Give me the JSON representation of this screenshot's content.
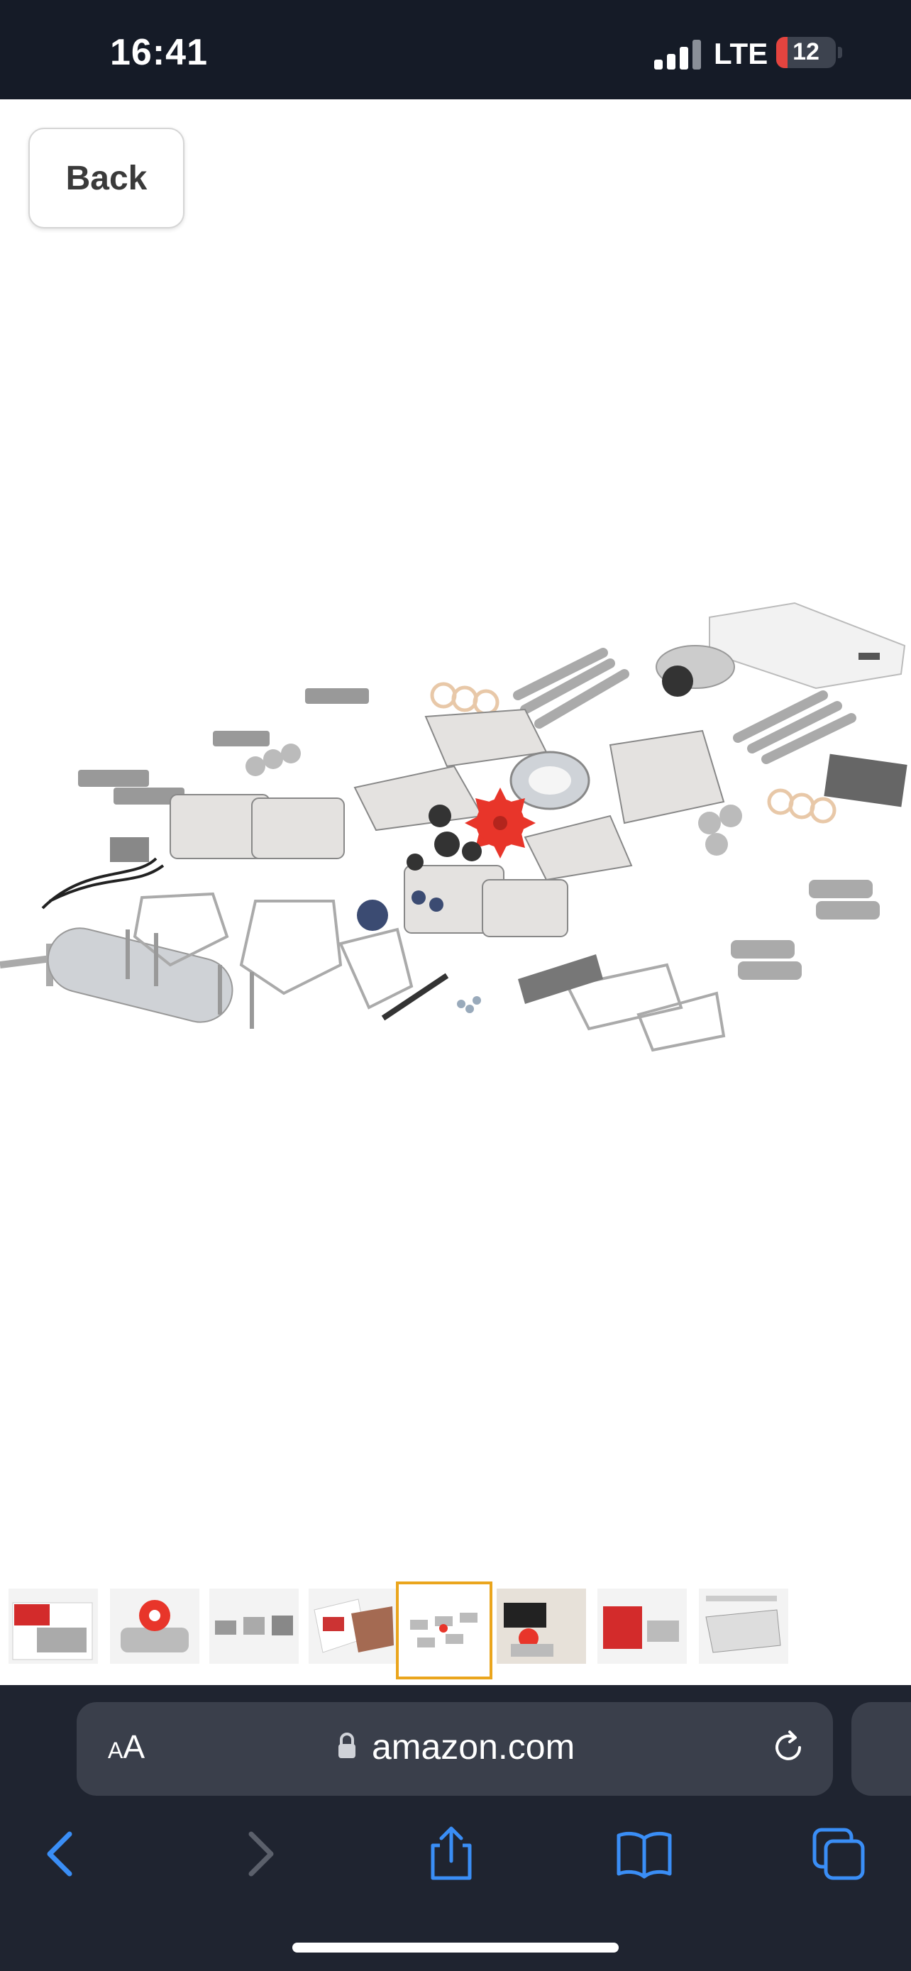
{
  "status_bar": {
    "time": "16:41",
    "network": "LTE",
    "battery": "12"
  },
  "page": {
    "back_label": "Back"
  },
  "product_image": {
    "description_icon": "engine-parts-icon"
  },
  "thumbnails": [
    {
      "icon": "product-box-icon",
      "selected": false
    },
    {
      "icon": "engine-model-icon",
      "selected": false
    },
    {
      "icon": "engine-parts-small-icon",
      "selected": false
    },
    {
      "icon": "manual-pages-icon",
      "selected": false
    },
    {
      "icon": "exploded-parts-icon",
      "selected": true
    },
    {
      "icon": "engine-on-tv-icon",
      "selected": false
    },
    {
      "icon": "product-box-side-icon",
      "selected": false
    },
    {
      "icon": "engine-diagram-icon",
      "selected": false
    }
  ],
  "browser": {
    "aa_label_small": "A",
    "aa_label_large": "A",
    "url": "amazon.com"
  },
  "colors": {
    "status_bg": "#151b27",
    "browser_bg": "#1f2430",
    "address_bg": "#3a3f4b",
    "accent_blue": "#3a8ef6",
    "selected_thumb": "#eaa51d",
    "battery_red": "#e5443f"
  }
}
